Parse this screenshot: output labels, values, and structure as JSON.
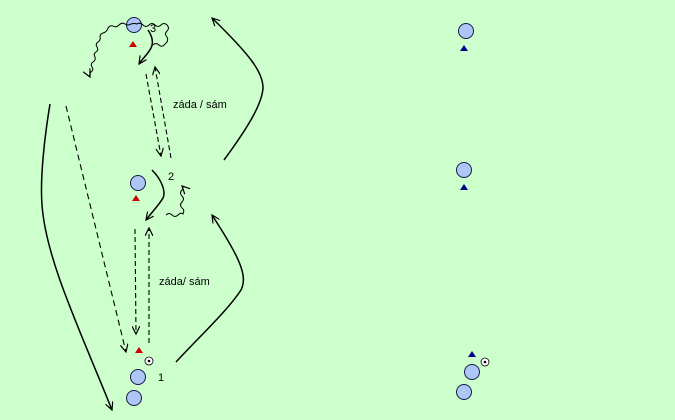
{
  "diagram": {
    "background": "#ccffcc",
    "player_fill": "#aec6f5",
    "player_stroke": "#1a1a4a",
    "cone_red": "#cc0000",
    "cone_blue": "#000088",
    "line_color": "#000000",
    "labels": {
      "player_1": "1",
      "player_2": "2",
      "player_3": "3",
      "text_zada_sam_top": "záda / sám",
      "text_zada_sam_bottom": "záda/ sám"
    }
  }
}
